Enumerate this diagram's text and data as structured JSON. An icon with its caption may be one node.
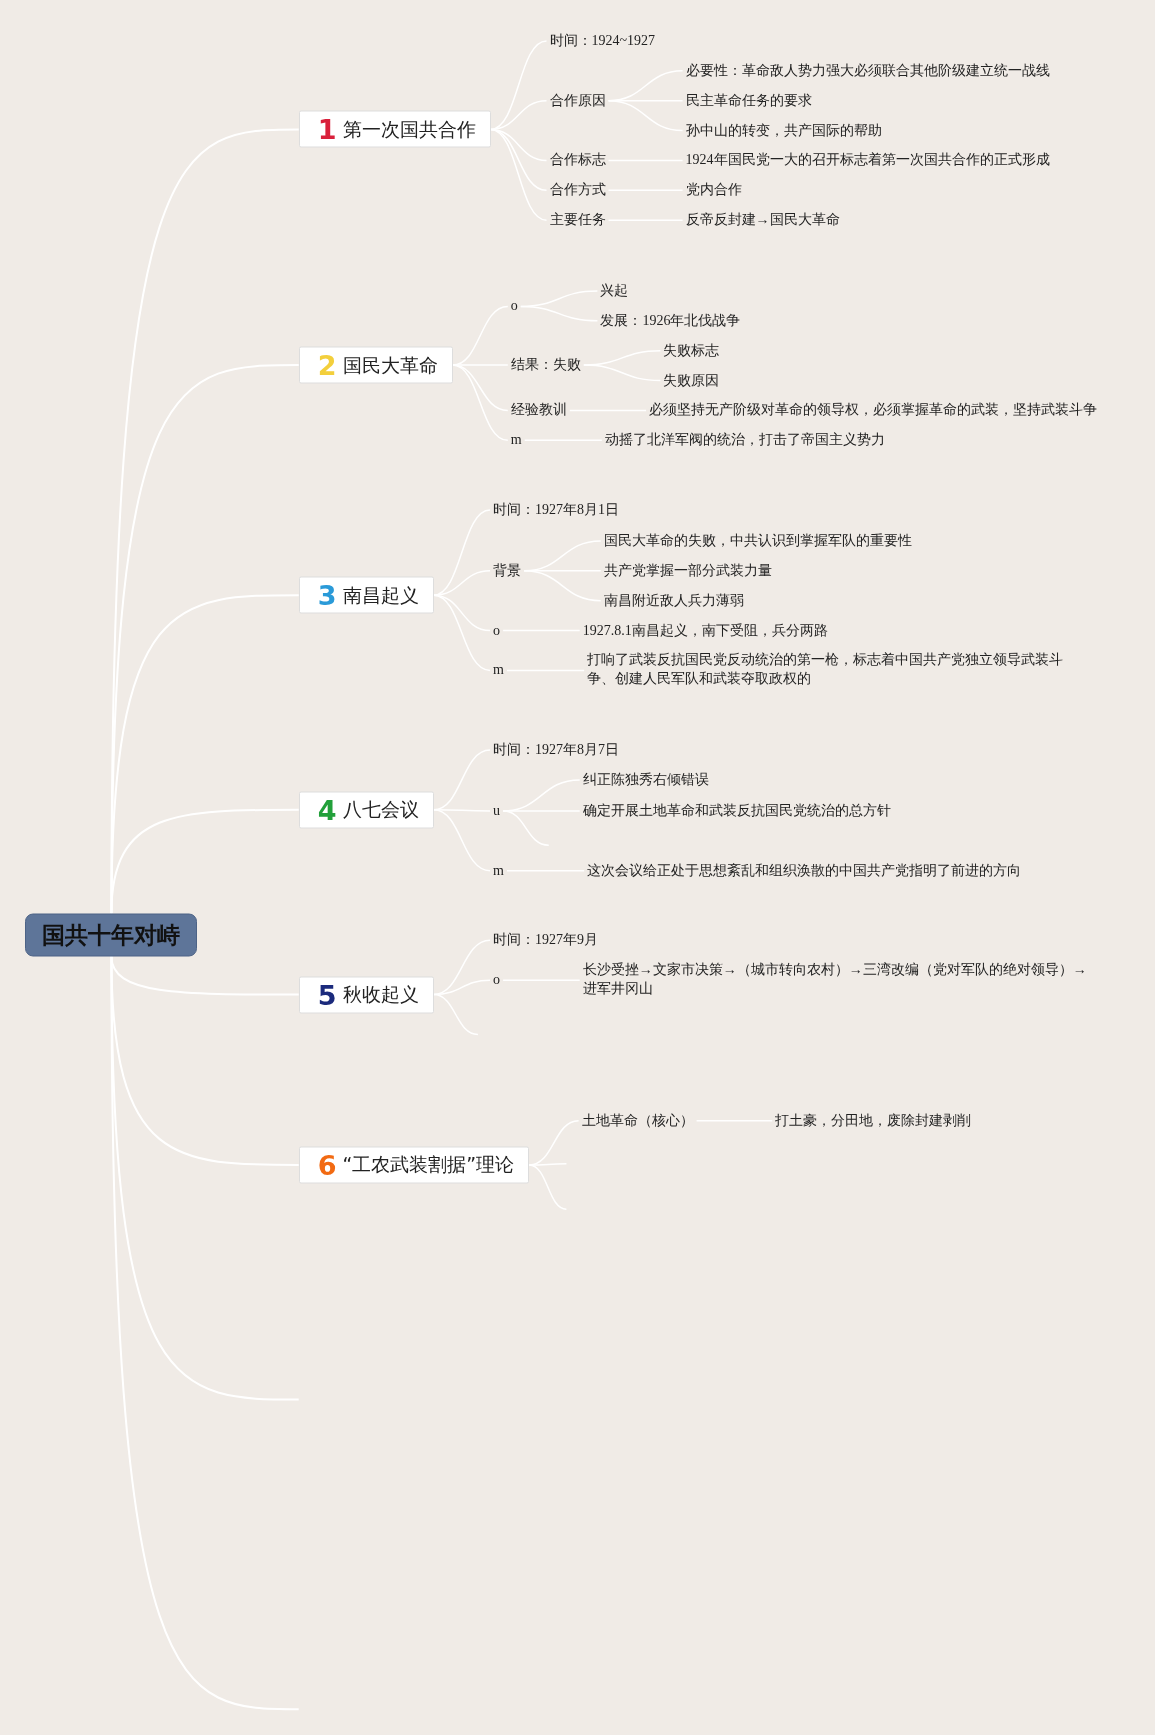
{
  "diagram": {
    "nodes": [
      {
        "text": [
          "国共十年对峙"
        ]
      },
      {
        "text": [
          "1",
          "第一次国共合作"
        ]
      },
      {
        "text": [
          "时间：1924~1927"
        ]
      },
      {
        "text": [
          "合作原因"
        ]
      },
      {
        "text": [
          "必要性：革命敌人势力强大必须联合其他阶级建立统一战线"
        ]
      },
      {
        "text": [
          "民主革命任务的要求"
        ]
      },
      {
        "text": [
          "孙中山的转变，共产国际的帮助"
        ]
      },
      {
        "text": [
          "合作标志"
        ]
      },
      {
        "text": [
          "1924年国民党一大的召开标志着第一次国共合作的正式形成"
        ]
      },
      {
        "text": [
          "合作方式"
        ]
      },
      {
        "text": [
          "党内合作"
        ]
      },
      {
        "text": [
          "主要任务"
        ]
      },
      {
        "text": [
          "反帝反封建→国民大革命"
        ]
      },
      {
        "text": [
          "2",
          "国民大革命"
        ]
      },
      {
        "text": [
          "o"
        ]
      },
      {
        "text": [
          "兴起"
        ]
      },
      {
        "text": [
          "发展：1926年北伐战争"
        ]
      },
      {
        "text": [
          "结果：失败"
        ]
      },
      {
        "text": [
          "失败标志"
        ]
      },
      {
        "text": [
          "失败原因"
        ]
      },
      {
        "text": [
          "经验教训"
        ]
      },
      {
        "text": [
          "必须坚持无产阶级对革命的领导权，必须掌握革命的武装，坚持武装斗争"
        ]
      },
      {
        "text": [
          "m"
        ]
      },
      {
        "text": [
          "动摇了北洋军阀的统治，打击了帝国主义势力"
        ]
      },
      {
        "text": [
          "3",
          "南昌起义"
        ]
      },
      {
        "text": [
          "时间：1927年8月1日"
        ]
      },
      {
        "text": [
          "背景"
        ]
      },
      {
        "text": [
          "国民大革命的失败，中共认识到掌握军队的重要性"
        ]
      },
      {
        "text": [
          "共产党掌握一部分武装力量"
        ]
      },
      {
        "text": [
          "南昌附近敌人兵力薄弱"
        ]
      },
      {
        "text": [
          "o"
        ]
      },
      {
        "text": [
          "1927.8.1南昌起义，南下受阻，兵分两路"
        ]
      },
      {
        "text": [
          "m"
        ]
      },
      {
        "text": [
          "打响了武装反抗国民党反动统治的第一枪，标志着中国共产党独立领导武装斗争、创建人民军队和武装夺取政权的"
        ]
      },
      {
        "text": [
          "4",
          "八七会议"
        ]
      },
      {
        "text": [
          "时间：1927年8月7日"
        ]
      },
      {
        "text": [
          "u"
        ]
      },
      {
        "text": [
          "纠正陈独秀右倾错误"
        ]
      },
      {
        "text": [
          "确定开展土地革命和武装反抗国民党统治的总方针"
        ]
      },
      {
        "text": [
          "m"
        ]
      },
      {
        "text": [
          "这次会议给正处于思想紊乱和组织涣散的中国共产党指明了前进的方向"
        ]
      },
      {
        "text": [
          "5",
          "秋收起义"
        ]
      },
      {
        "text": [
          "时间：1927年9月"
        ]
      },
      {
        "text": [
          "o"
        ]
      },
      {
        "text": [
          "长沙受挫→文家市决策→（城市转向农村）→三湾改编（党对军队的绝对领导）→进军井冈山"
        ]
      },
      {
        "text": [
          "6",
          "“工农武装割据”理论"
        ]
      },
      {
        "text": [
          "土地革命（核心）"
        ]
      },
      {
        "text": [
          "打土豪，分田地，废除封建剥削"
        ]
      }
    ],
    "edges": [
      {
        "from": 0,
        "to": 1,
        "arrow": "none"
      },
      {
        "from": 0,
        "to": 13,
        "arrow": "none"
      },
      {
        "from": 0,
        "to": 24,
        "arrow": "none"
      },
      {
        "from": 0,
        "to": 34,
        "arrow": "none"
      },
      {
        "from": 0,
        "to": 41,
        "arrow": "none"
      },
      {
        "from": 0,
        "to": 45,
        "arrow": "none"
      },
      {
        "from": 0,
        "to": null,
        "arrow": "none"
      },
      {
        "from": 0,
        "to": null,
        "arrow": "none"
      },
      {
        "from": 1,
        "to": 2,
        "arrow": "none"
      },
      {
        "from": 1,
        "to": 3,
        "arrow": "none"
      },
      {
        "from": 3,
        "to": 4,
        "arrow": "none"
      },
      {
        "from": 3,
        "to": 5,
        "arrow": "none"
      },
      {
        "from": 3,
        "to": 6,
        "arrow": "none"
      },
      {
        "from": 1,
        "to": 7,
        "arrow": "none"
      },
      {
        "from": 7,
        "to": 8,
        "arrow": "none"
      },
      {
        "from": 1,
        "to": 9,
        "arrow": "none"
      },
      {
        "from": 9,
        "to": 10,
        "arrow": "none"
      },
      {
        "from": 1,
        "to": 11,
        "arrow": "none"
      },
      {
        "from": 11,
        "to": 12,
        "arrow": "none"
      },
      {
        "from": 13,
        "to": 14,
        "arrow": "none"
      },
      {
        "from": 14,
        "to": 15,
        "arrow": "none"
      },
      {
        "from": 14,
        "to": 16,
        "arrow": "none"
      },
      {
        "from": 13,
        "to": 17,
        "arrow": "none"
      },
      {
        "from": 17,
        "to": 18,
        "arrow": "none"
      },
      {
        "from": 17,
        "to": 19,
        "arrow": "none"
      },
      {
        "from": 13,
        "to": 20,
        "arrow": "none"
      },
      {
        "from": 20,
        "to": 21,
        "arrow": "none"
      },
      {
        "from": 13,
        "to": 22,
        "arrow": "none"
      },
      {
        "from": 22,
        "to": 23,
        "arrow": "none"
      },
      {
        "from": 24,
        "to": 25,
        "arrow": "none"
      },
      {
        "from": 24,
        "to": 26,
        "arrow": "none"
      },
      {
        "from": 26,
        "to": 27,
        "arrow": "none"
      },
      {
        "from": 26,
        "to": 28,
        "arrow": "none"
      },
      {
        "from": 26,
        "to": 29,
        "arrow": "none"
      },
      {
        "from": 24,
        "to": 30,
        "arrow": "none"
      },
      {
        "from": 30,
        "to": 31,
        "arrow": "none"
      },
      {
        "from": 24,
        "to": 32,
        "arrow": "none"
      },
      {
        "from": 32,
        "to": 33,
        "arrow": "none"
      },
      {
        "from": 34,
        "to": 35,
        "arrow": "none"
      },
      {
        "from": 34,
        "to": 36,
        "arrow": "none"
      },
      {
        "from": 36,
        "to": 37,
        "arrow": "none"
      },
      {
        "from": 36,
        "to": 38,
        "arrow": "none"
      },
      {
        "from": 36,
        "to": null,
        "arrow": "none"
      },
      {
        "from": 34,
        "to": 39,
        "arrow": "none"
      },
      {
        "from": 39,
        "to": 40,
        "arrow": "none"
      },
      {
        "from": 41,
        "to": 42,
        "arrow": "none"
      },
      {
        "from": 41,
        "to": 43,
        "arrow": "none"
      },
      {
        "from": 43,
        "to": 44,
        "arrow": "none"
      },
      {
        "from": 41,
        "to": null,
        "arrow": "none"
      },
      {
        "from": 45,
        "to": 46,
        "arrow": "none"
      },
      {
        "from": 46,
        "to": 47,
        "arrow": "none"
      },
      {
        "from": 45,
        "to": null,
        "arrow": "none"
      },
      {
        "from": 45,
        "to": null,
        "arrow": "none"
      }
    ]
  }
}
